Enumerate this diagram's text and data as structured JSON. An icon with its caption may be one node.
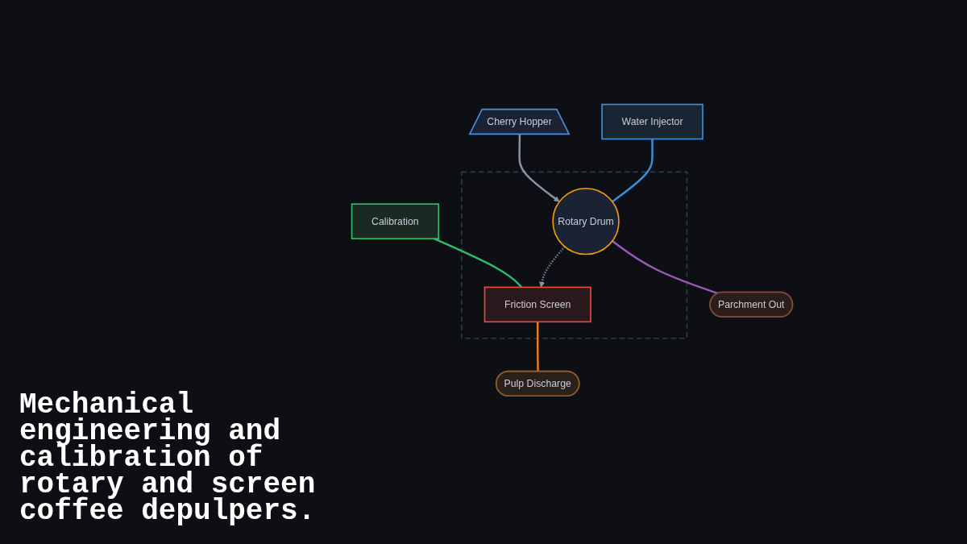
{
  "diagram": {
    "title": "Mechanical engineering and calibration of rotary and screen coffee depulpers.",
    "nodes": [
      {
        "text": [
          "Cherry Hopper"
        ]
      },
      {
        "text": [],
        "shape": "box"
      },
      {
        "text": [
          "Rotary Drum"
        ],
        "in": 1
      },
      {
        "text": [
          "Friction Screen"
        ],
        "in": 1
      },
      {
        "text": [
          "Water Injector"
        ]
      },
      {
        "text": [
          "Calibration"
        ]
      },
      {
        "text": [
          "Parchment Out"
        ]
      },
      {
        "text": [
          "Pulp Discharge"
        ]
      }
    ],
    "edges": [
      {
        "from": 0,
        "to": 2,
        "arrow": "to",
        "color": "#8a94a6"
      },
      {
        "from": 4,
        "to": 2,
        "arrow": "none",
        "color": "#3b8fd9"
      },
      {
        "from": 5,
        "to": 3,
        "arrow": "none",
        "color": "#2ebd6b"
      },
      {
        "from": 2,
        "to": 3,
        "arrow": "to",
        "style": "dashed",
        "color": "#6b7789"
      },
      {
        "from": 2,
        "to": 6,
        "arrow": "none",
        "color": "#9b59b6"
      },
      {
        "from": 3,
        "to": 7,
        "arrow": "none",
        "color": "#e67e22"
      }
    ]
  }
}
